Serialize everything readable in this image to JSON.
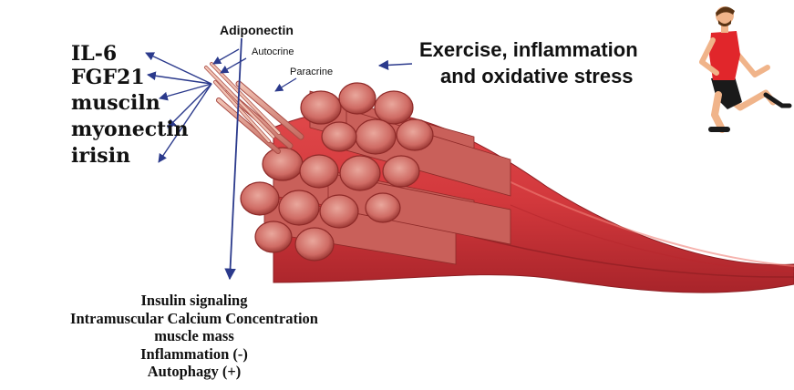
{
  "myokines": [
    "IL-6",
    "FGF21",
    "musciln",
    "myonectin",
    "irisin"
  ],
  "signaling_labels": {
    "adiponectin": "Adiponectin",
    "autocrine": "Autocrine",
    "paracrine": "Paracrine"
  },
  "stimulus": {
    "line1": "Exercise, inflammation",
    "line2": "and oxidative stress"
  },
  "effects": [
    "Insulin signaling",
    "Intramuscular Calcium Concentration",
    "muscle mass",
    "Inflammation (-)",
    "Autophagy (+)"
  ],
  "icons": [
    "skeletal-muscle-bundle-illustration",
    "running-man-icon"
  ],
  "colors": {
    "arrow": "#2b3a8c",
    "muscle_outer": "#d2383c",
    "muscle_dark": "#a8242a",
    "fascicle": "#cf6b64",
    "fascicle_light": "#e7a59c",
    "runner_shirt": "#e1262b",
    "runner_shorts": "#1a1a1a",
    "runner_skin": "#f0b48a"
  }
}
